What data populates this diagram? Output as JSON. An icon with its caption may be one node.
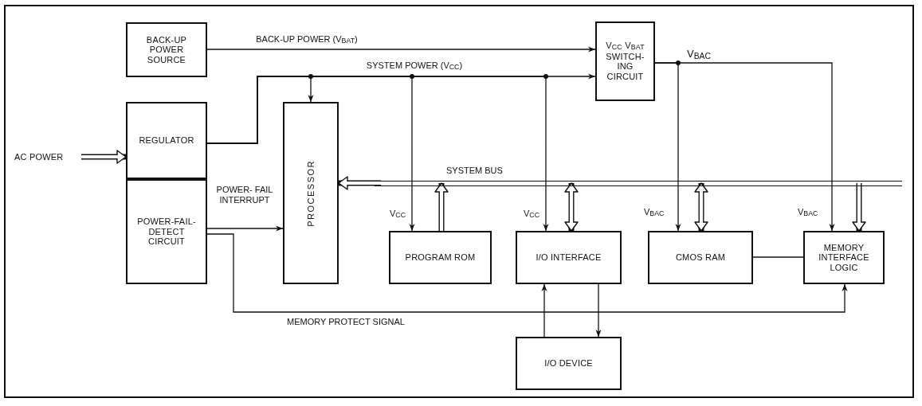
{
  "diagram": {
    "nodes": [
      {
        "text": [
          "BACK-UP POWER SOURCE"
        ]
      },
      {
        "text": [
          "V$_{CC}$ V$_{BAT}$ SWITCH- ING CIRCUIT"
        ]
      },
      {
        "text": [
          "REGULATOR"
        ]
      },
      {
        "text": [
          "POWER-FAIL- DETECT CIRCUIT"
        ]
      },
      {
        "text": [
          "PROCESSOR"
        ]
      },
      {
        "text": [
          "PROGRAM ROM"
        ]
      },
      {
        "text": [
          "I/O INTERFACE"
        ]
      },
      {
        "text": [
          "CMOS RAM"
        ]
      },
      {
        "text": [
          "MEMORY INTERFACE LOGIC"
        ]
      },
      {
        "text": [
          "I/O DEVICE"
        ]
      },
      {
        "text": [
          "AC POWER"
        ]
      },
      {
        "text": [],
        "shape": "bar"
      }
    ],
    "edges": [
      {
        "from": 10,
        "to": 2,
        "arrow": "to",
        "style": "thick"
      },
      {
        "from": 0,
        "to": 1,
        "arrow": "to",
        "label": "BACK-UP POWER (V$_{BAT}$)"
      },
      {
        "from": 2,
        "to": 1,
        "arrow": "to",
        "label": "SYSTEM POWER (V$_{CC}$)"
      },
      {
        "from": 2,
        "to": 4,
        "arrow": "to"
      },
      {
        "from": 2,
        "to": 5,
        "arrow": "to",
        "label": "V$_{CC}$"
      },
      {
        "from": 2,
        "to": 6,
        "arrow": "to",
        "label": "V$_{CC}$"
      },
      {
        "from": 1,
        "to": 7,
        "arrow": "to",
        "label": "V$_{BAC}$"
      },
      {
        "from": 1,
        "to": 8,
        "arrow": "to",
        "label": "V$_{BAC}$"
      },
      {
        "from": 3,
        "to": 4,
        "arrow": "to",
        "label": "POWER- FAIL INTERRUPT"
      },
      {
        "from": 3,
        "to": 8,
        "arrow": "to",
        "label": "MEMORY PROTECT SIGNAL"
      },
      {
        "from": 11,
        "to": 4,
        "arrow": "to",
        "style": "thick"
      },
      {
        "from": 5,
        "to": 11,
        "arrow": "to",
        "style": "thick"
      },
      {
        "from": 11,
        "to": 6,
        "arrow": "both",
        "style": "thick"
      },
      {
        "from": 11,
        "to": 7,
        "arrow": "both",
        "style": "thick"
      },
      {
        "from": 11,
        "to": 8,
        "arrow": "to",
        "style": "thick"
      },
      {
        "from": 7,
        "to": 8,
        "arrow": "none"
      },
      {
        "from": 9,
        "to": 6,
        "arrow": "to"
      },
      {
        "from": 6,
        "to": 9,
        "arrow": "to"
      }
    ],
    "labels": [
      "V$_{BAC}$",
      "SYSTEM BUS"
    ]
  }
}
